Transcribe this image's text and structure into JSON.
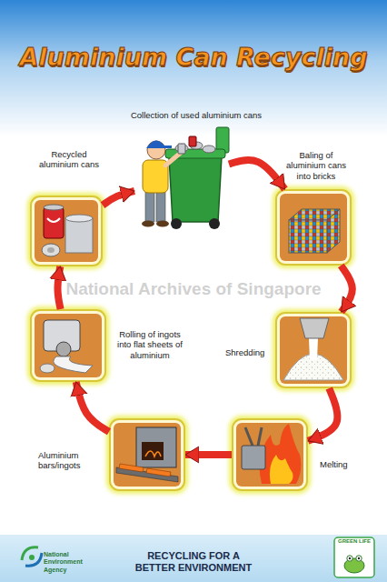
{
  "diagram": {
    "title": "Aluminium Can Recycling",
    "nodes": [
      {
        "text": [
          "Collection of used aluminium cans"
        ]
      },
      {
        "text": [
          "Baling of aluminium cans into bricks"
        ]
      },
      {
        "text": [
          "Shredding"
        ]
      },
      {
        "text": [
          "Melting"
        ]
      },
      {
        "text": [
          "Aluminium bars/ingots"
        ]
      },
      {
        "text": [
          "Rolling of ingots into flat sheets of aluminium"
        ]
      },
      {
        "text": [
          "Recycled aluminium cans"
        ]
      }
    ],
    "edges": [
      {
        "from": 0,
        "to": 1,
        "arrow": "to"
      },
      {
        "from": 1,
        "to": 2,
        "arrow": "to"
      },
      {
        "from": 2,
        "to": 3,
        "arrow": "to"
      },
      {
        "from": 3,
        "to": 4,
        "arrow": "to"
      },
      {
        "from": 4,
        "to": 5,
        "arrow": "to"
      },
      {
        "from": 5,
        "to": 6,
        "arrow": "to"
      },
      {
        "from": 6,
        "to": 0,
        "arrow": "to"
      }
    ],
    "labels": [
      "National Archives of Singapore",
      "National Environment Agency",
      "RECYCLING FOR A BETTER ENVIRONMENT",
      "GREEN LIFE"
    ]
  }
}
